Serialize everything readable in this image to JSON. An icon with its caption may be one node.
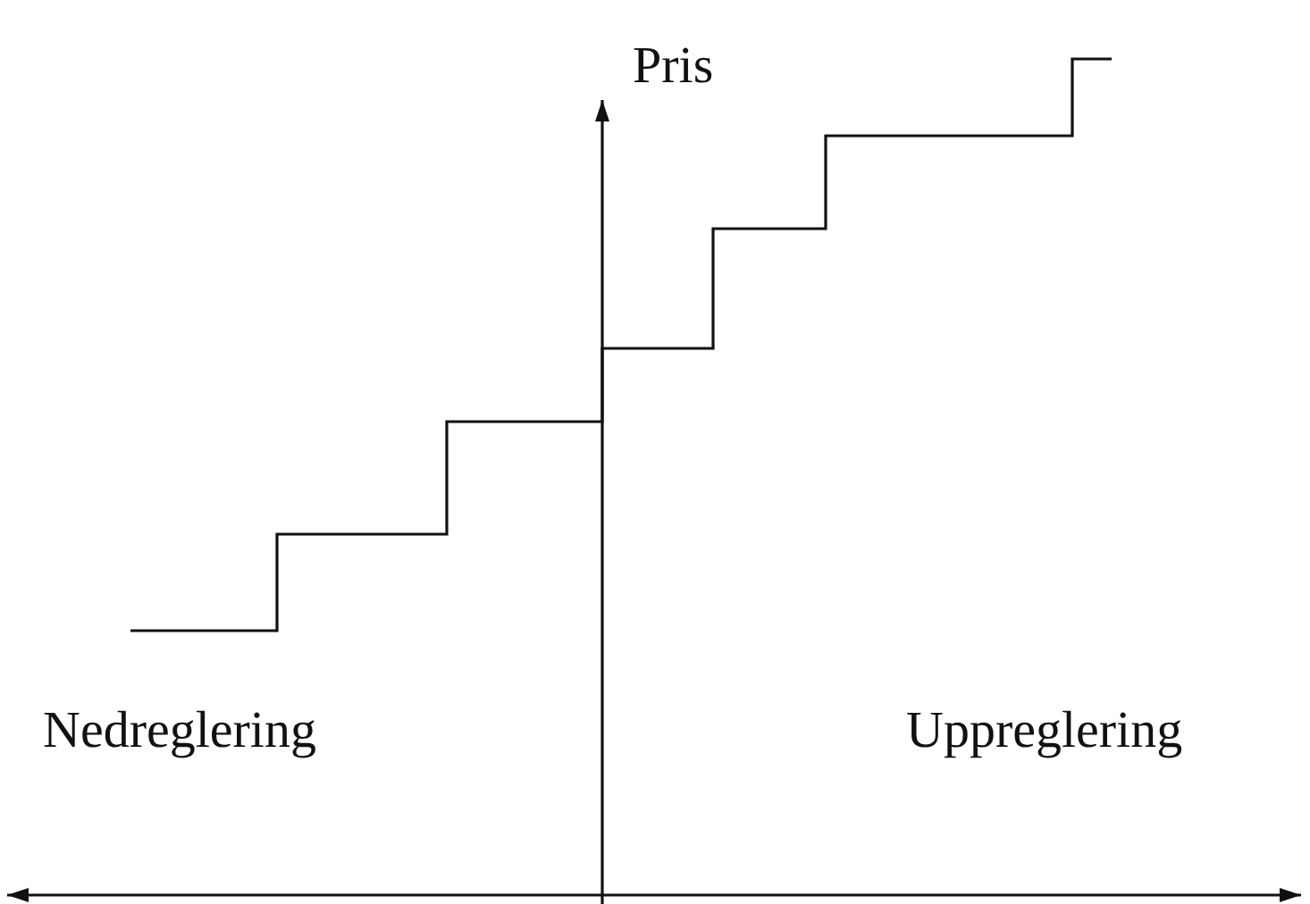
{
  "diagram": {
    "labels": [
      "Pris",
      "Nedreglering",
      "Uppreglering"
    ]
  }
}
